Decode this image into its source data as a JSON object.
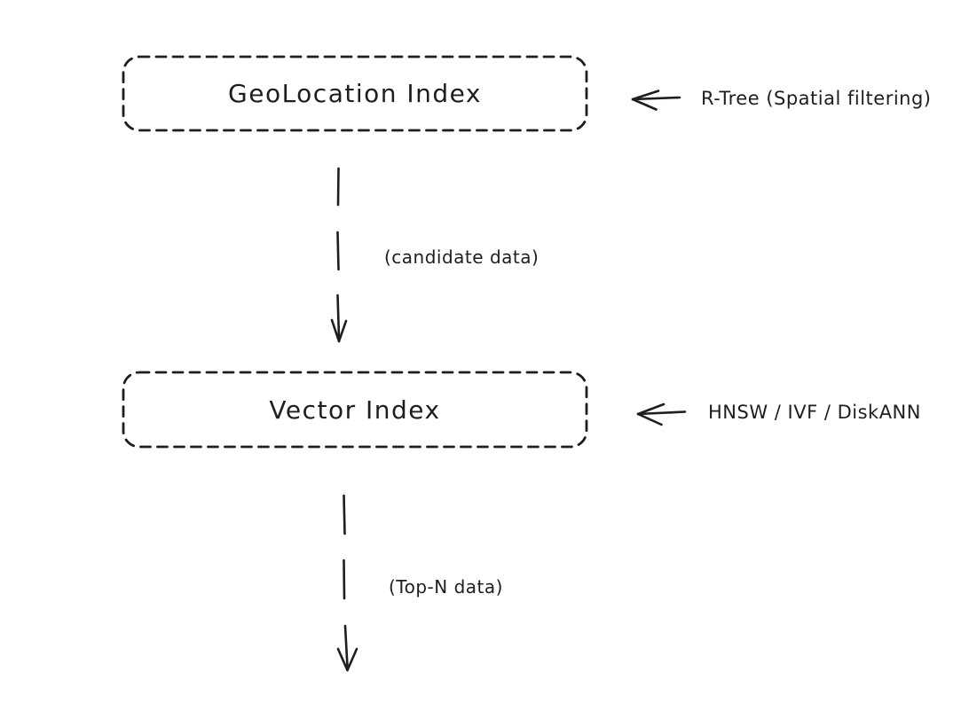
{
  "canvas": {
    "background": "#ffffff",
    "stroke_color": "#1e1e1e"
  },
  "nodes": [
    {
      "id": "geolocation-index",
      "label": "GeoLocation Index",
      "border_style": "dashed"
    },
    {
      "id": "vector-index",
      "label": "Vector Index",
      "border_style": "dashed"
    }
  ],
  "edges": [
    {
      "from": "geolocation-index",
      "to": "vector-index",
      "label": "(candidate data)",
      "style": "dashed-arrow-down"
    },
    {
      "from": "vector-index",
      "to": "output",
      "label": "(Top-N data)",
      "style": "dashed-arrow-down"
    }
  ],
  "annotations": [
    {
      "target": "geolocation-index",
      "label": "R-Tree (Spatial filtering)",
      "pointer": "left-arrow"
    },
    {
      "target": "vector-index",
      "label": "HNSW / IVF / DiskANN",
      "pointer": "left-arrow"
    }
  ]
}
